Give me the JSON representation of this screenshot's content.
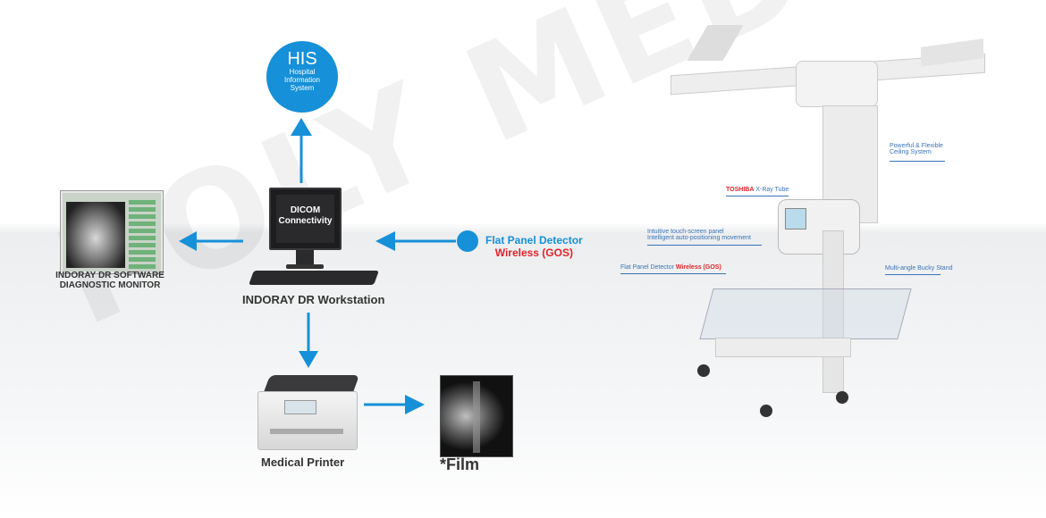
{
  "watermark": "POLY MEDICAL",
  "his": {
    "title": "HIS",
    "line1": "Hospital",
    "line2": "Information",
    "line3": "System"
  },
  "workstation": {
    "monitor_line1": "DICOM",
    "monitor_line2": "Connectivity",
    "label": "INDORAY DR Workstation"
  },
  "monitor": {
    "line1": "INDORAY DR SOFTWARE",
    "line2": "DIAGNOSTIC MONITOR"
  },
  "detector": {
    "line1": "Flat Panel Detector",
    "line2": "Wireless (GOS)"
  },
  "printer": {
    "label": "Medical Printer"
  },
  "film": {
    "label": "*Film"
  },
  "machine": {
    "ceiling_line1": "Powerful & Flexible",
    "ceiling_line2": "Ceiling System",
    "tube_brand": "TOSHIBA",
    "tube_label": "X-Ray Tube",
    "touch_line1": "Intuitive touch-screen panel",
    "touch_line2": "Intelligent auto-positioning movement",
    "fpd_label": "Flat Panel Detector",
    "fpd_label_red": "Wireless (GOS)",
    "bucky": "Multi-angle Bucky Stand"
  },
  "colors": {
    "accent": "#1690d8",
    "red": "#e2232b",
    "annotation": "#3b73b8"
  }
}
